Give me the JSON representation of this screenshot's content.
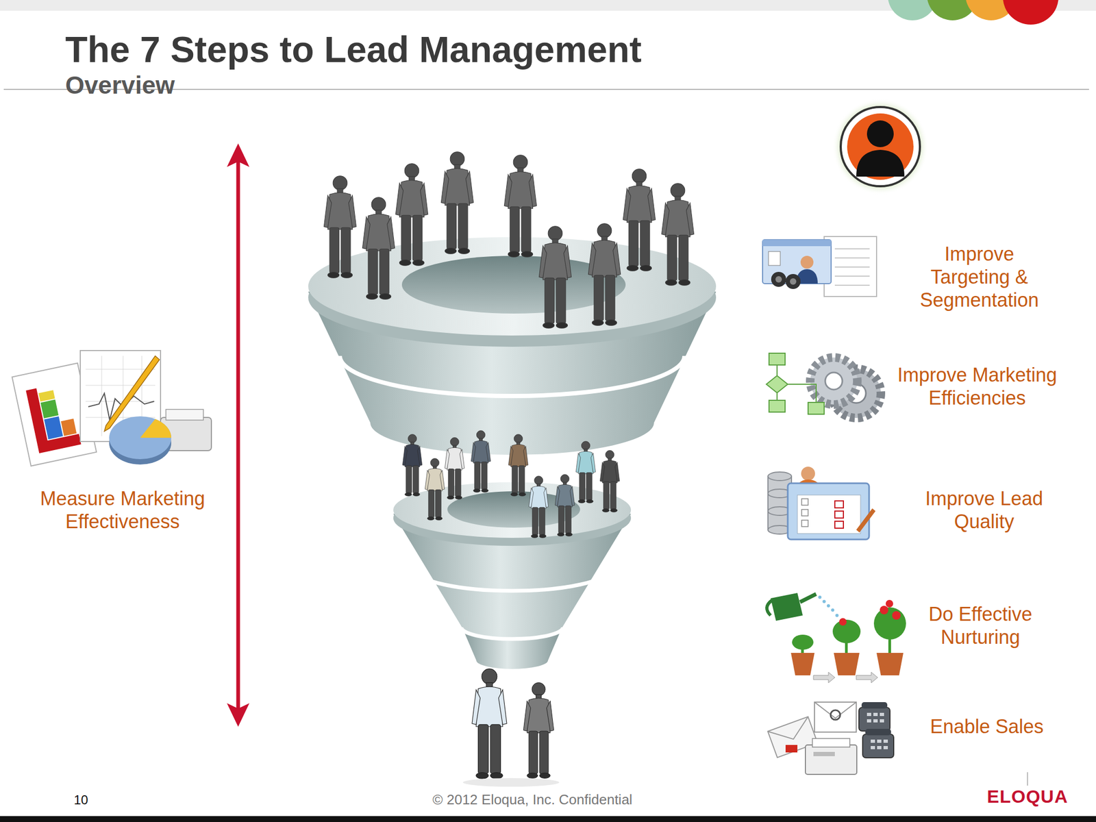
{
  "diagram": {
    "title": "The 7 Steps to Lead Management",
    "labels": [
      "Overview",
      "Improve Targeting & Segmentation",
      "Improve Marketing Efficiencies",
      "Measure Marketing Effectiveness",
      "Improve Lead Quality",
      "Do Effective Nurturing",
      "Enable Sales",
      "10",
      "© 2012 Eloqua, Inc. Confidential",
      "ELOQUA"
    ]
  }
}
